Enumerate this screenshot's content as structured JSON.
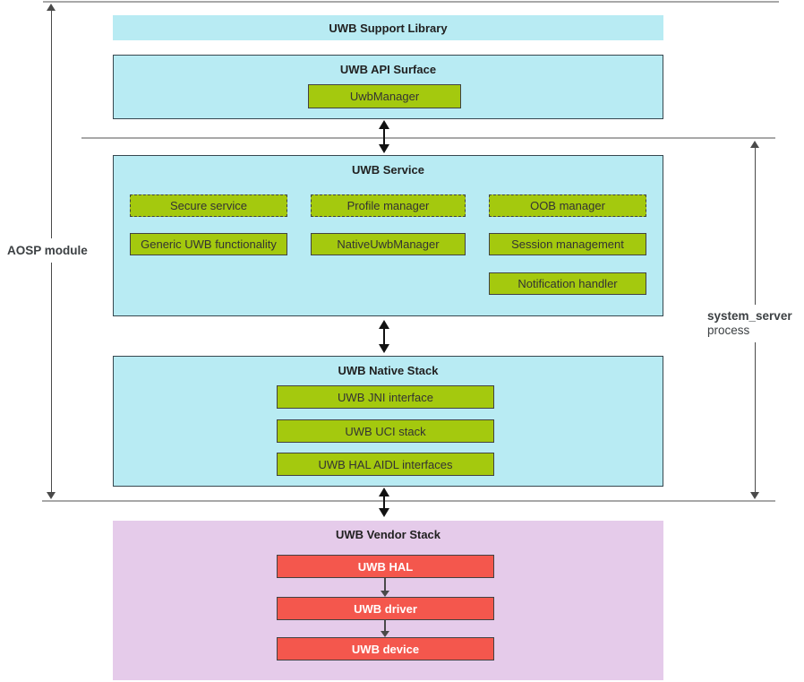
{
  "side_labels": {
    "left": "AOSP module",
    "right_line1": "system_server",
    "right_line2": "process"
  },
  "layers": {
    "support_library": {
      "title": "UWB Support Library"
    },
    "api_surface": {
      "title": "UWB API Surface",
      "items": [
        "UwbManager"
      ]
    },
    "service": {
      "title": "UWB Service",
      "dashed_items": [
        "Secure service",
        "Profile manager",
        "OOB manager"
      ],
      "solid_items": [
        "Generic UWB functionality",
        "NativeUwbManager",
        "Session management",
        "Notification handler"
      ]
    },
    "native_stack": {
      "title": "UWB Native Stack",
      "items": [
        "UWB JNI interface",
        "UWB UCI stack",
        "UWB HAL AIDL interfaces"
      ]
    },
    "vendor_stack": {
      "title": "UWB Vendor Stack",
      "items": [
        "UWB HAL",
        "UWB driver",
        "UWB device"
      ]
    }
  },
  "icons": {
    "bidirectional-arrow": "double-headed vertical arrow",
    "down-arrow": "single-headed down arrow",
    "scope-arrow": "double-headed extent arrow"
  },
  "colors": {
    "cyan": "#b8ebf3",
    "purple": "#e5cbea",
    "green": "#a4c90e",
    "red": "#f4574d",
    "chip-border": "#424242",
    "box-border": "#37474f",
    "line-gray": "#a8a8a8",
    "arrow-black": "#121212",
    "arrow-gray": "#4a4a4a",
    "text-dark": "#212121",
    "text-chip": "#333333",
    "text-side": "#3c4043"
  }
}
